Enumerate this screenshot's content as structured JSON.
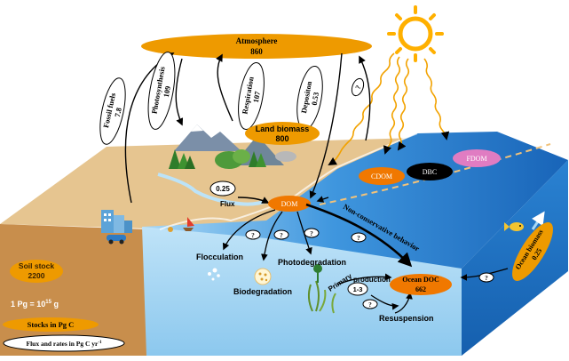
{
  "atmosphere": {
    "label": "Atmosphere",
    "value": "860"
  },
  "fluxes": {
    "fossil_fuels": {
      "label": "Fossil fuels",
      "value": "7.8"
    },
    "photosynthesis": {
      "label": "Photosynthesis",
      "value": "109"
    },
    "respiration": {
      "label": "Respiration",
      "value": "107"
    },
    "deposition": {
      "label": "Depositon",
      "value": "0.53"
    },
    "unknown_atm": "?",
    "flux_value": "0.25",
    "flux_label": "Flux",
    "primary_production_value": "1-3",
    "primary_label": "Primary",
    "production_label": "production"
  },
  "land_biomass": {
    "label": "Land biomass",
    "value": "800"
  },
  "light_components": {
    "cdom": "CDOM",
    "dbc": "DBC",
    "fdom": "FDOM"
  },
  "dom": "DOM",
  "processes": {
    "flocculation": "Flocculation",
    "photodegradation": "Photodegradation",
    "biodegradation": "Biodegradation",
    "non_conservative": "Non-conservative behavior",
    "resuspension": "Resuspension",
    "unknown": "?"
  },
  "ocean_doc": {
    "label": "Ocean DOC",
    "value": "662"
  },
  "ocean_biomass": {
    "label": "Ocean biomass",
    "value": "0.25"
  },
  "legend": {
    "soil_stock_label": "Soil stock",
    "soil_stock_value": "2200",
    "pg_prefix": "1 Pg = 10",
    "pg_exp": "15",
    "pg_suffix": " g",
    "stocks": "Stocks in Pg C",
    "flux_prefix": "Flux and rates in Pg C yr",
    "flux_exp": "-1"
  },
  "colors": {
    "orange": "#EE9A00",
    "dom_orange": "#F07800",
    "sea": "#1E7BD0",
    "sea_light": "#A9D8F5",
    "sand": "#E2BE86",
    "soil": "#C48B47",
    "sun": "#FFB000",
    "black": "#000000",
    "pink": "#E07CC2"
  }
}
